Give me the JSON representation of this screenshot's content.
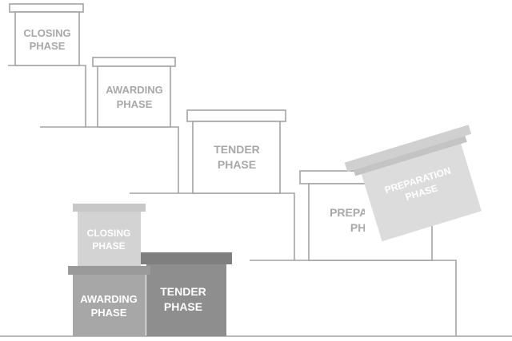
{
  "colors": {
    "outline": "#a3a3a3",
    "outline_text": "#a8a8a8",
    "box_light": "#d3d3d3",
    "box_light_lid": "#c8c8c8",
    "box_mid": "#a7a7a7",
    "box_mid_lid": "#9a9a9a",
    "box_dark": "#8e8e8e",
    "box_dark_lid": "#7f7f7f",
    "tilted_box": "#dcdcdc",
    "tilted_lid": "#cbcbcb",
    "filled_text": "#ffffff"
  },
  "stairs": {
    "step_1": {
      "line1": "CLOSING",
      "line2": "PHASE"
    },
    "step_2": {
      "line1": "AWARDING",
      "line2": "PHASE"
    },
    "step_3": {
      "line1": "TENDER",
      "line2": "PHASE"
    },
    "step_4": {
      "line1": "PREPARATION",
      "line2": "PHASE"
    }
  },
  "tilted_box": {
    "line1": "PREPARATION",
    "line2": "PHASE"
  },
  "stacked_boxes": {
    "closing": {
      "line1": "CLOSING",
      "line2": "PHASE"
    },
    "awarding": {
      "line1": "AWARDING",
      "line2": "PHASE"
    },
    "tender": {
      "line1": "TENDER",
      "line2": "PHASE"
    }
  }
}
